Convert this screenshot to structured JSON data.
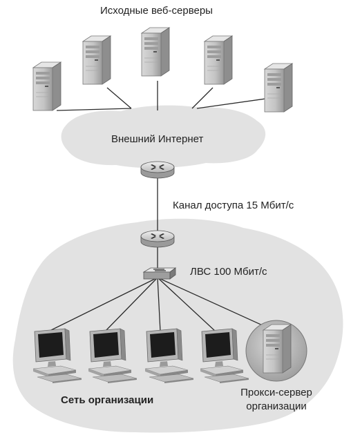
{
  "labels": {
    "origin_servers": "Исходные веб-серверы",
    "internet": "Внешний Интернет",
    "access_link": "Канал доступа 15 Мбит/с",
    "lan": "ЛВС 100 Мбит/с",
    "institutional_network": "Сеть организации",
    "proxy_line1": "Прокси-сервер",
    "proxy_line2": "организации"
  },
  "colors": {
    "cloud": "#e2e2e2",
    "device_dark": "#8f8f8f",
    "device_light": "#cfcfcf",
    "screen": "#1c1c1c",
    "line": "#2a2a2a"
  }
}
